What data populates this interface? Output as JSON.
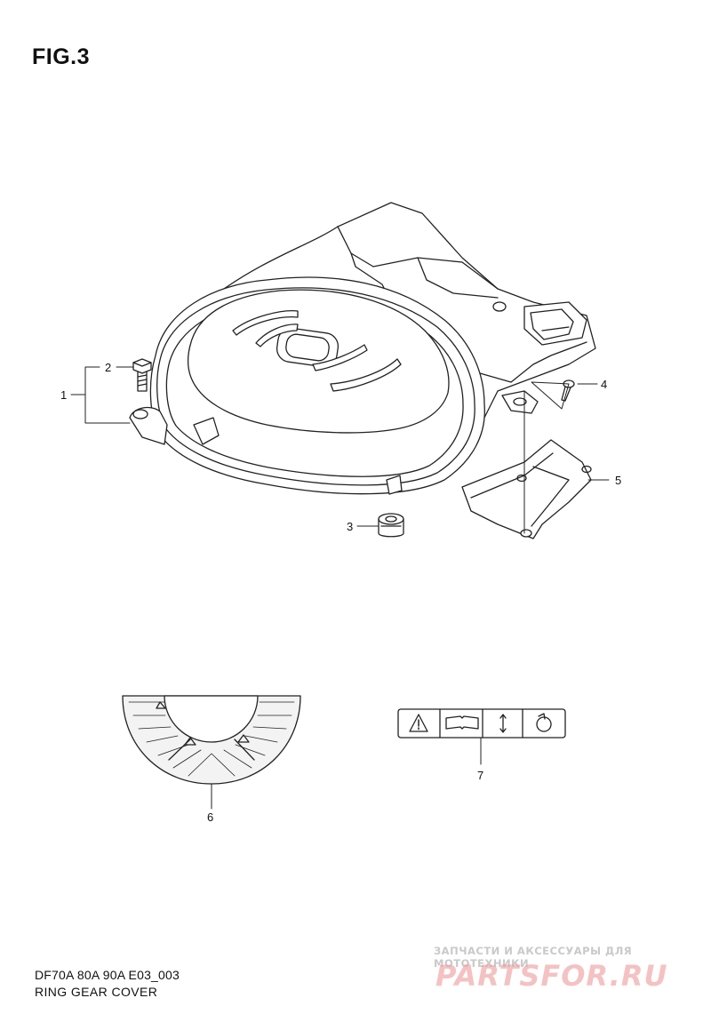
{
  "figure": {
    "title": "FIG.3",
    "model_code": "DF70A 80A 90A E03_003",
    "caption": "RING GEAR COVER"
  },
  "callouts": [
    "1",
    "2",
    "3",
    "4",
    "5",
    "6",
    "7"
  ],
  "watermark": {
    "tagline": "ЗАПЧАСТИ И АКСЕССУАРЫ ДЛЯ МОТОТЕХНИКИ",
    "logo_text": "PARTSFOR.RU",
    "color": "#ee9a9a"
  }
}
